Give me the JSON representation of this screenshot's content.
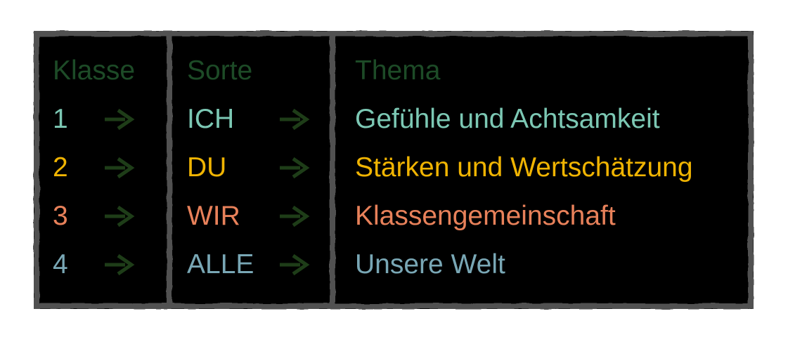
{
  "page": {
    "background": "#ffffff"
  },
  "table": {
    "columns": [
      {
        "header": "Klasse"
      },
      {
        "header": "Sorte"
      },
      {
        "header": "Thema"
      }
    ],
    "rows": [
      {
        "klasse": "1",
        "sorte": "ICH",
        "thema": "Gefühle und Achtsamkeit",
        "color": "#7cc8b4"
      },
      {
        "klasse": "2",
        "sorte": "DU",
        "thema": "Stärken und Wertschätzung",
        "color": "#f0b402"
      },
      {
        "klasse": "3",
        "sorte": "WIR",
        "thema": "Klassengemeinschaft",
        "color": "#e8815a"
      },
      {
        "klasse": "4",
        "sorte": "ALLE",
        "thema": "Unsere Welt",
        "color": "#79a7b5"
      }
    ],
    "icons": {
      "row_arrow": "right-arrow"
    },
    "colors": {
      "header_text": "#1d4b27",
      "arrow": "#1e3d18",
      "table_background": "#000000",
      "border": "#515151"
    }
  }
}
